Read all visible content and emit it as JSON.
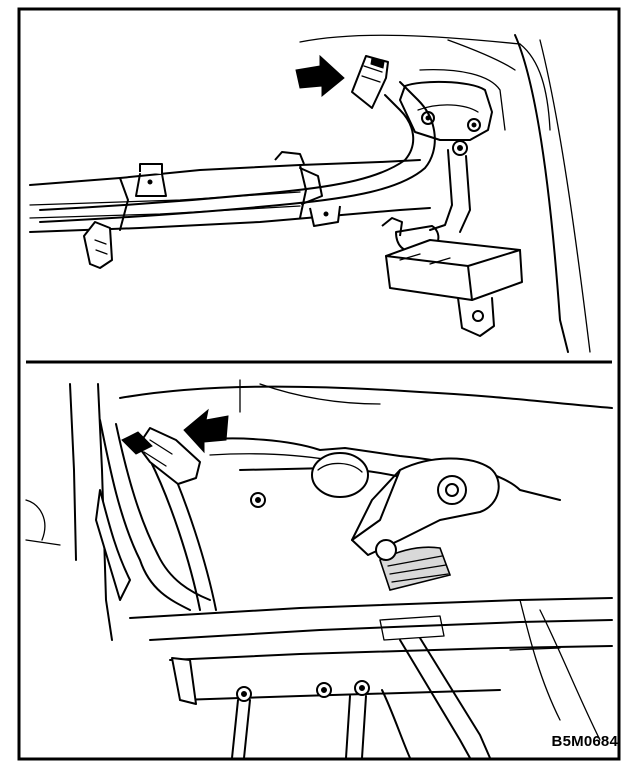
{
  "figure_code": "B5M0684",
  "panels": [
    {
      "view": "top-view",
      "arrow": "pointer-arrow-upper"
    },
    {
      "view": "bottom-view",
      "arrow": "pointer-arrow-lower"
    }
  ],
  "colors": {
    "line": "#000000",
    "background": "#ffffff",
    "shade": "#d9d9d9"
  }
}
